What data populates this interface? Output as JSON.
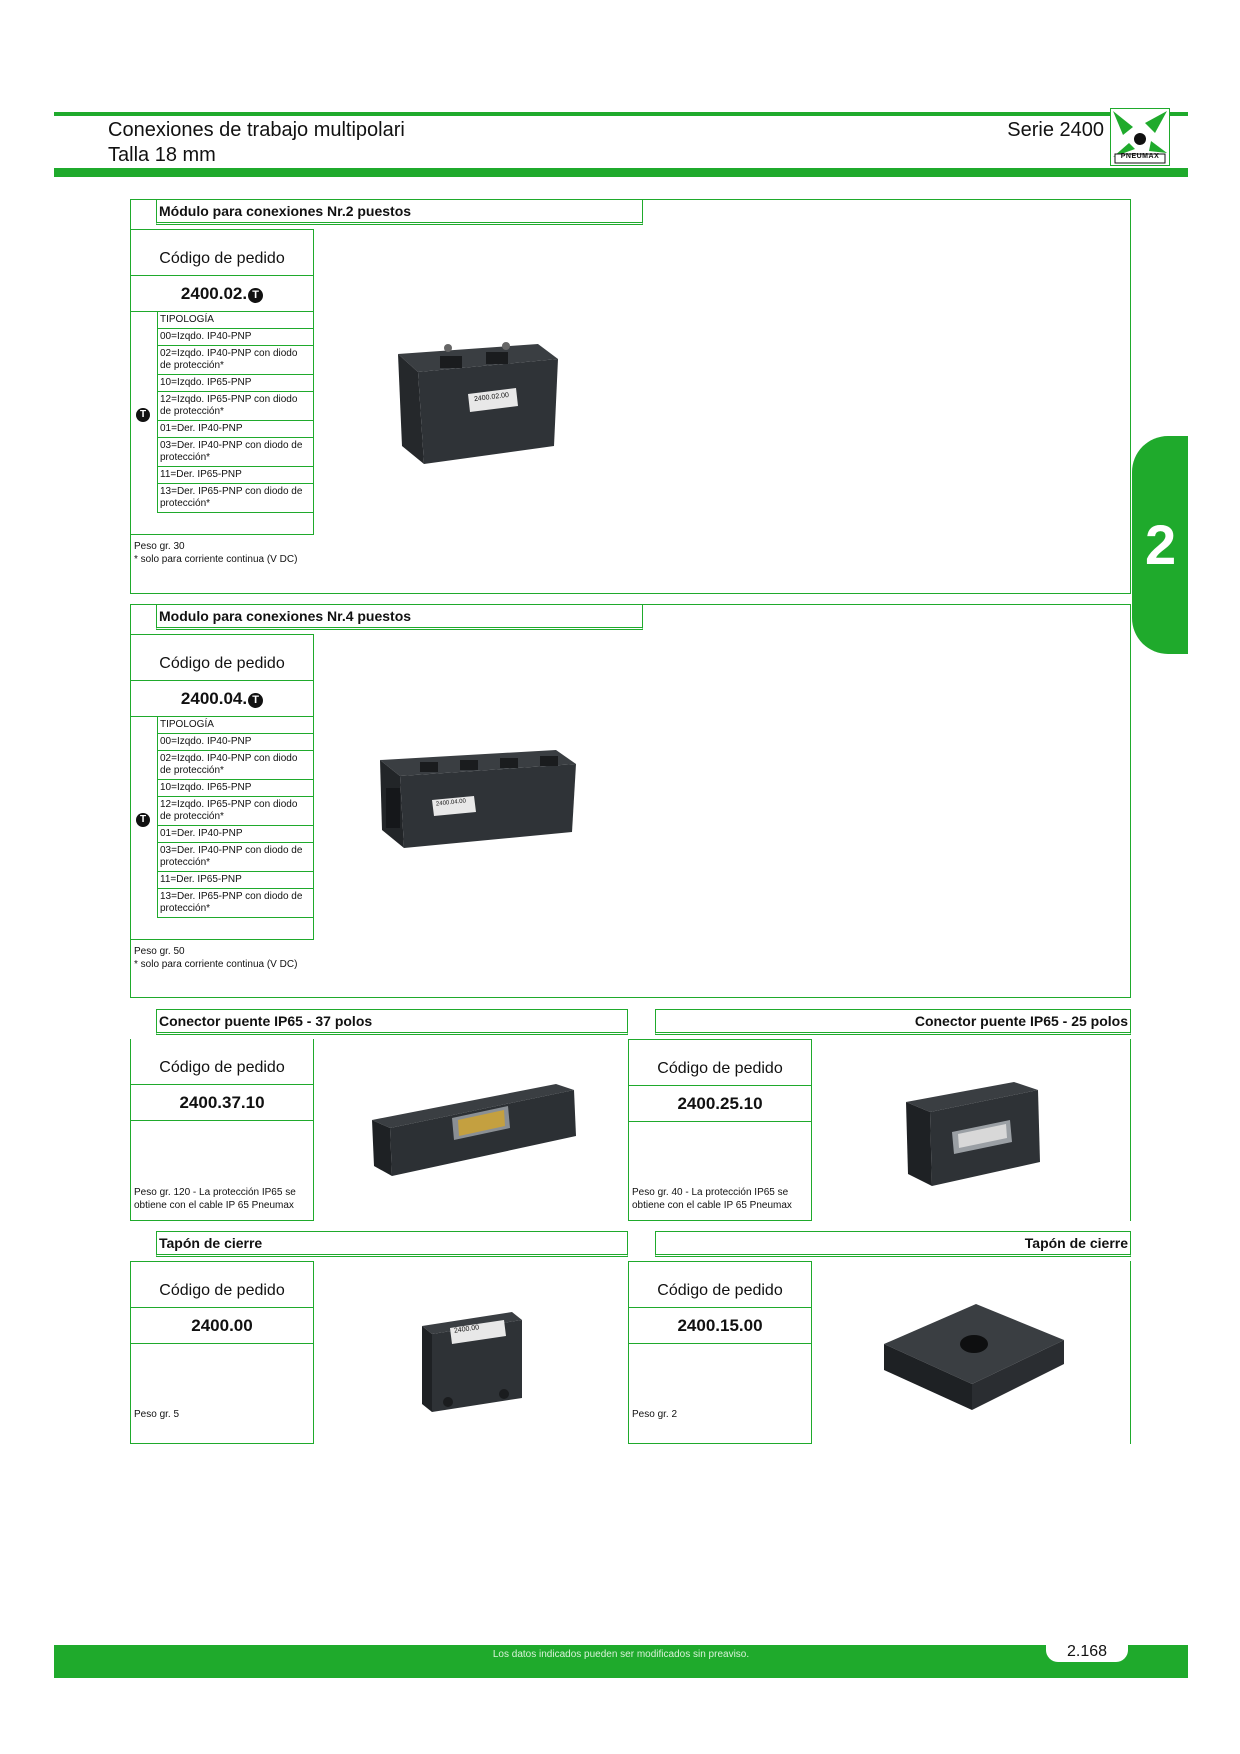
{
  "header": {
    "title": "Conexiones de trabajo multipolari",
    "subtitle": "Talla 18 mm",
    "serie": "Serie 2400",
    "logo_text": "PNEUMAX"
  },
  "tab_number": "2",
  "labels": {
    "codigo": "Código de pedido",
    "tipologia": "TIPOLOGÍA",
    "t_badge": "T"
  },
  "tipologia_items": [
    "00=Izqdo. IP40-PNP",
    "02=Izqdo. IP40-PNP con diodo de protección*",
    "10=Izqdo. IP65-PNP",
    "12=Izqdo. IP65-PNP con diodo de protección*",
    "01=Der. IP40-PNP",
    "03=Der. IP40-PNP con diodo de protección*",
    "11=Der. IP65-PNP",
    "13=Der. IP65-PNP con diodo de protección*"
  ],
  "sections": {
    "mod2": {
      "title": "Módulo para conexiones Nr.2 puestos",
      "code": "2400.02.",
      "peso": "Peso gr. 30",
      "note": "* solo para corriente continua (V DC)",
      "label_print": "2400.02.00"
    },
    "mod4": {
      "title": "Modulo para conexiones Nr.4 puestos",
      "code": "2400.04.",
      "peso": "Peso gr. 50",
      "note": "* solo para corriente continua (V DC)",
      "label_print": "2400.04.00"
    },
    "con37": {
      "title": "Conector puente IP65 - 37 polos",
      "code": "2400.37.10",
      "note_line1": "Peso gr. 120 - La protección IP65 se",
      "note_line2": "obtiene con el cable IP 65 Pneumax"
    },
    "con25": {
      "title": "Conector puente IP65 - 25 polos",
      "code": "2400.25.10",
      "note_line1": "Peso gr. 40 - La protección IP65 se",
      "note_line2": "obtiene con el cable IP 65 Pneumax"
    },
    "tap1": {
      "title": "Tapón de cierre",
      "code": "2400.00",
      "peso": "Peso gr. 5",
      "label_print": "2400.00"
    },
    "tap2": {
      "title": "Tapón de cierre",
      "code": "2400.15.00",
      "peso": "Peso gr. 2"
    }
  },
  "footer": {
    "disclaimer": "Los datos indicados pueden ser modificados sin preaviso.",
    "page": "2.168"
  },
  "colors": {
    "brand_green": "#1faa2c"
  }
}
